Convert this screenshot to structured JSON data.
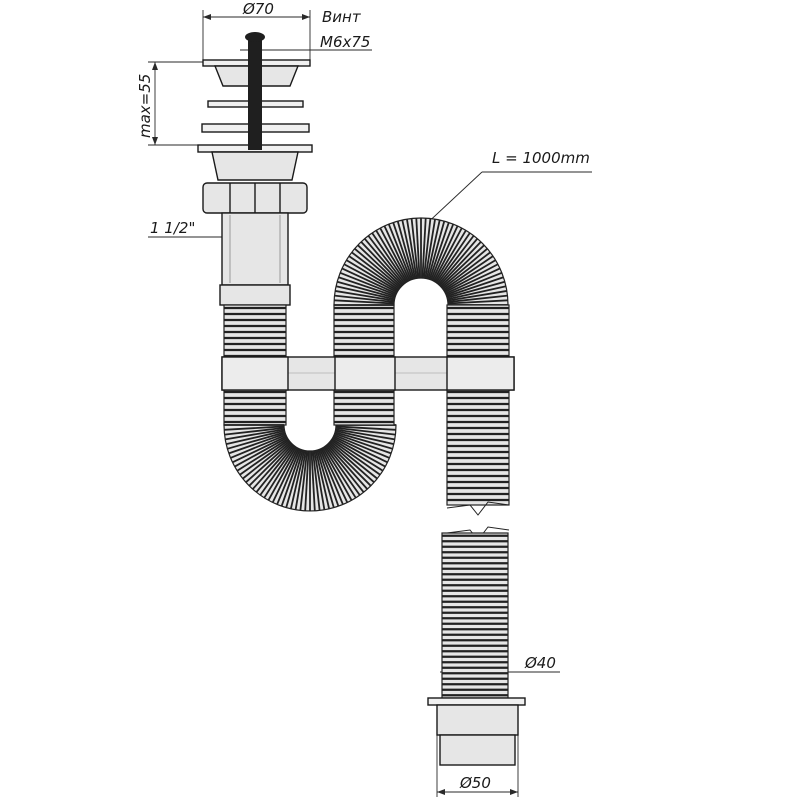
{
  "labels": {
    "screw_word": "Винт",
    "screw_size": "M6x75",
    "top_diameter": "Ø70",
    "max_height": "max=55",
    "thread": "1 1/2\"",
    "hose_length": "L = 1000mm",
    "hose_diameter": "Ø40",
    "outlet_diameter": "Ø50"
  },
  "colors": {
    "line": "#1a1a1a",
    "pipe_fill": "#e6e6e6",
    "corrugation": "#222222",
    "background": "#ffffff"
  }
}
